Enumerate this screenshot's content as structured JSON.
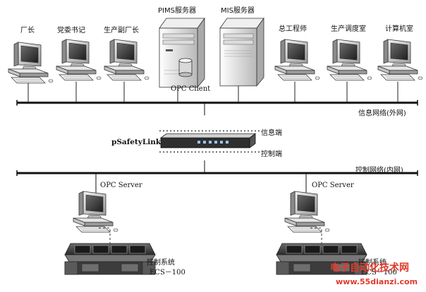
{
  "top_clients": [
    "厂长",
    "党委书记",
    "生产副厂长",
    "总工程师",
    "生产调度室",
    "计算机室"
  ],
  "servers": {
    "pims": "PIMS服务器",
    "mis": "MIS服务器"
  },
  "opc_client": "OPC Client",
  "info_network": "信息网络(外网)",
  "device": {
    "name": "pSafetyLink",
    "info_port": "信息端",
    "control_port": "控制端"
  },
  "control_network": "控制网络(内网)",
  "opc_server_left": "OPC Server",
  "opc_server_right": "OPC Server",
  "ecs_left": {
    "line1": "控制系统",
    "line2": "ECS－100"
  },
  "ecs_right": {
    "line1": "控制系统",
    "line2": "ECS－100"
  },
  "watermark": {
    "line1": "电子自动化技术网",
    "line2": "www.55dianzi.com"
  }
}
